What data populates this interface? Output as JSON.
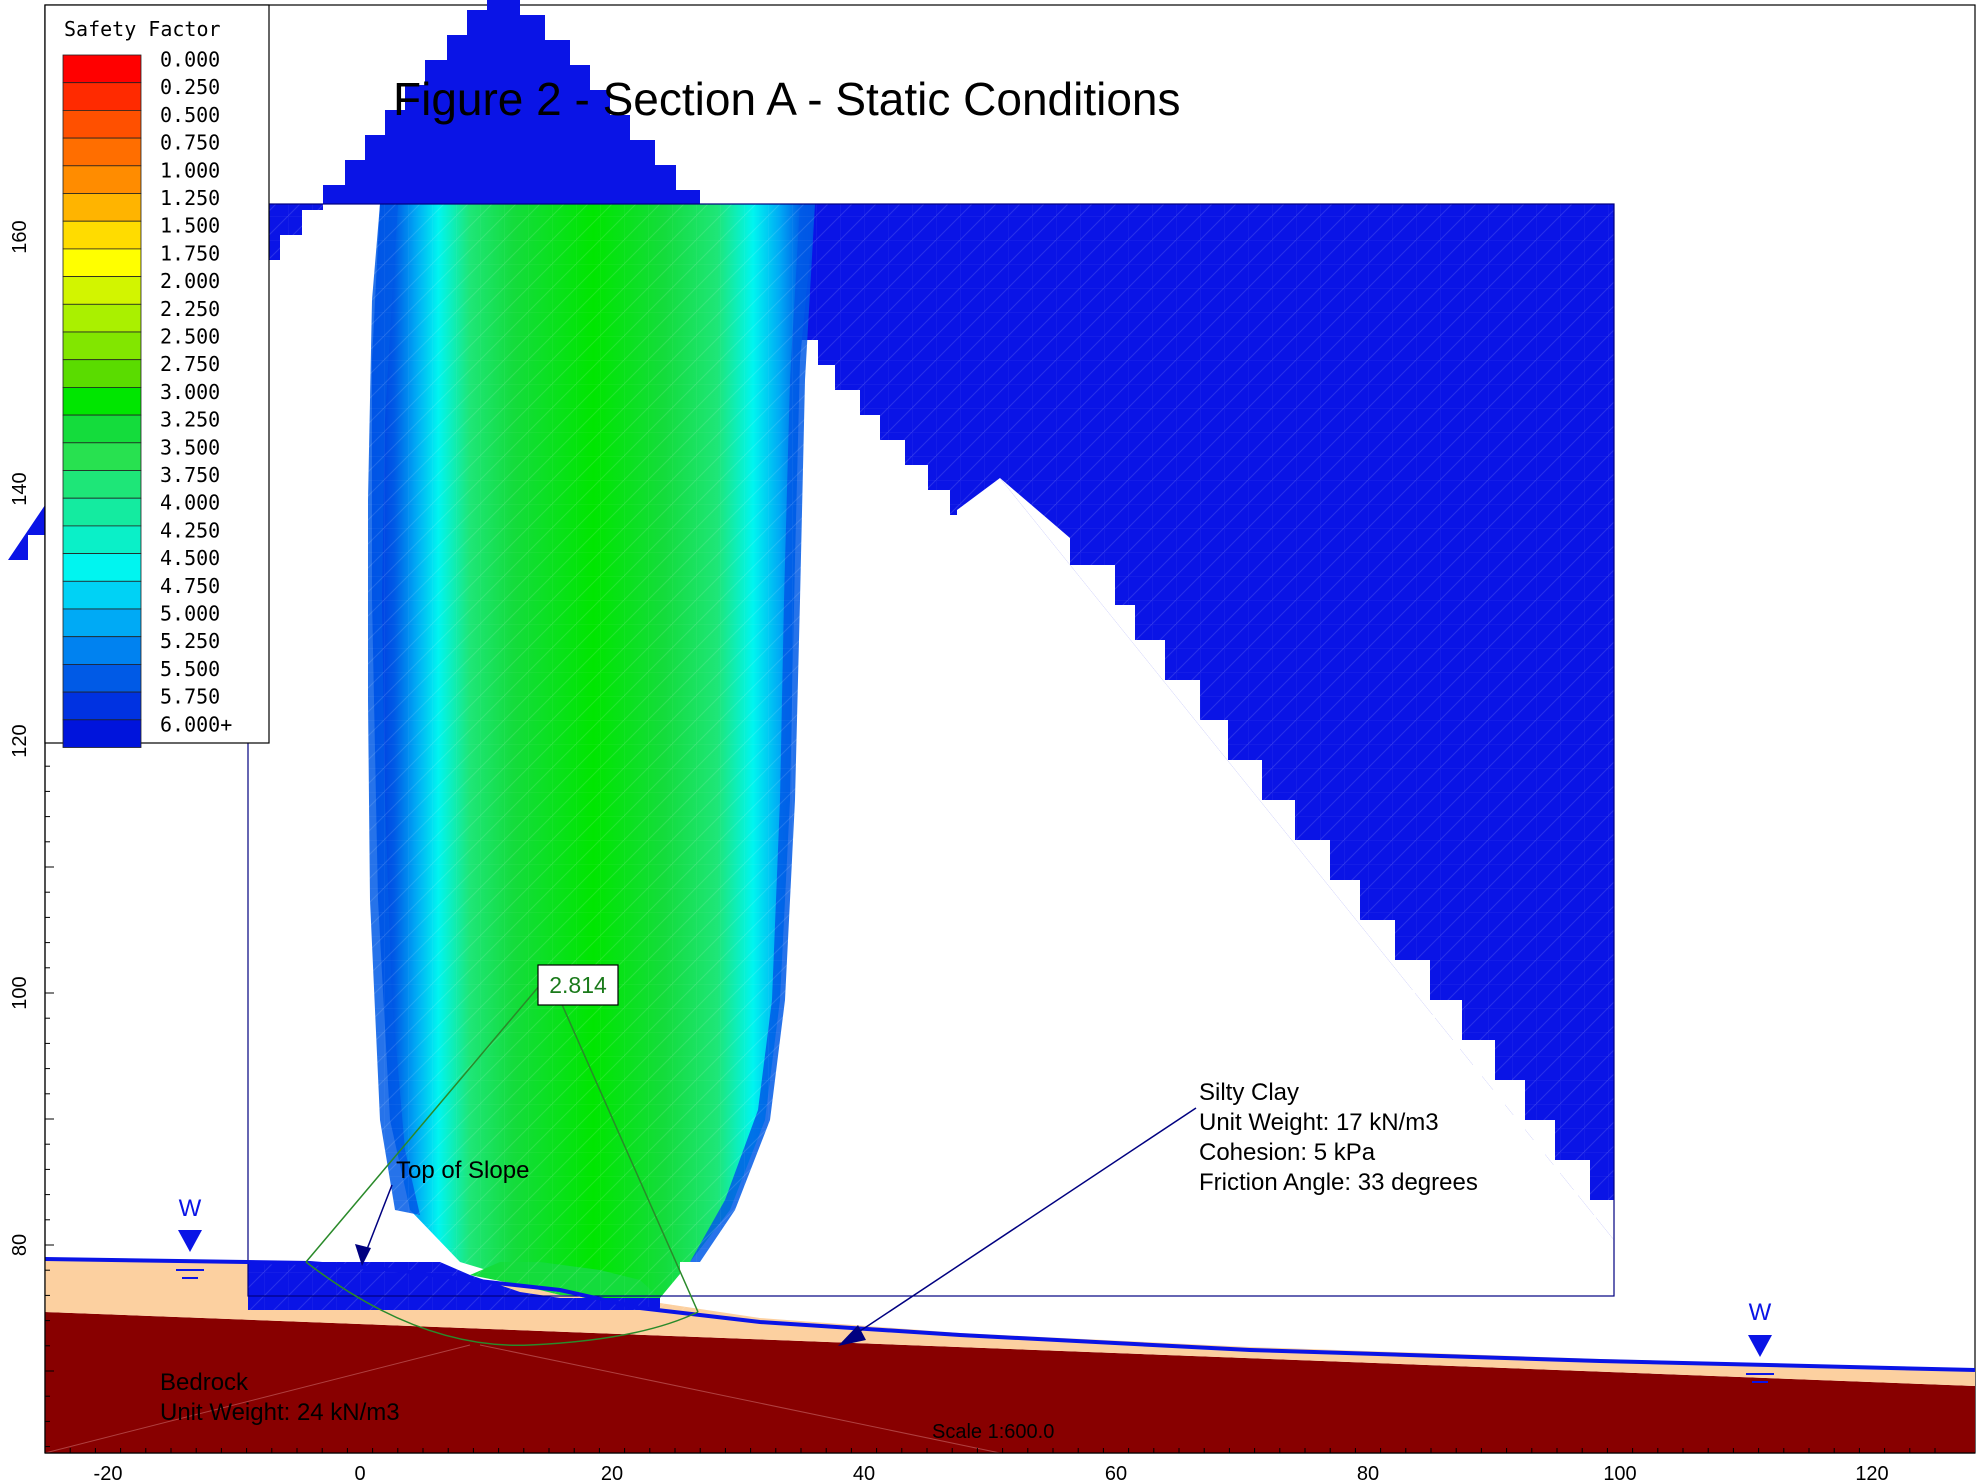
{
  "title": "Figure 2 - Section A - Static Conditions",
  "legend": {
    "title": "Safety Factor",
    "entries": [
      {
        "label": "0.000",
        "color": "#ff0000"
      },
      {
        "label": "0.250",
        "color": "#ff2a00"
      },
      {
        "label": "0.500",
        "color": "#ff5000"
      },
      {
        "label": "0.750",
        "color": "#ff6e00"
      },
      {
        "label": "1.000",
        "color": "#ff8c00"
      },
      {
        "label": "1.250",
        "color": "#ffb400"
      },
      {
        "label": "1.500",
        "color": "#ffdc00"
      },
      {
        "label": "1.750",
        "color": "#ffff00"
      },
      {
        "label": "2.000",
        "color": "#d2f500"
      },
      {
        "label": "2.250",
        "color": "#aaf000"
      },
      {
        "label": "2.500",
        "color": "#82e600"
      },
      {
        "label": "2.750",
        "color": "#5adc00"
      },
      {
        "label": "3.000",
        "color": "#00e600"
      },
      {
        "label": "3.250",
        "color": "#14dc3c"
      },
      {
        "label": "3.500",
        "color": "#28e150"
      },
      {
        "label": "3.750",
        "color": "#1ee678"
      },
      {
        "label": "4.000",
        "color": "#14eba0"
      },
      {
        "label": "4.250",
        "color": "#0af0c8"
      },
      {
        "label": "4.500",
        "color": "#00f5f0"
      },
      {
        "label": "4.750",
        "color": "#00d2f5"
      },
      {
        "label": "5.000",
        "color": "#00aaf5"
      },
      {
        "label": "5.250",
        "color": "#0082f0"
      },
      {
        "label": "5.500",
        "color": "#005ae6"
      },
      {
        "label": "5.750",
        "color": "#0032e1"
      },
      {
        "label": "6.000+",
        "color": "#0014dc"
      }
    ]
  },
  "axes": {
    "x_ticks": [
      "-20",
      "0",
      "20",
      "40",
      "60",
      "80",
      "100",
      "120"
    ],
    "y_ticks": [
      "80",
      "100",
      "120",
      "140",
      "160"
    ]
  },
  "annotations": {
    "min_fs": "2.814",
    "top_of_slope": "Top of Slope",
    "silty_clay": [
      "Silty Clay",
      "Unit Weight: 17 kN/m3",
      "Cohesion: 5 kPa",
      "Friction Angle: 33 degrees"
    ],
    "bedrock": [
      "Bedrock",
      "Unit Weight: 24 kN/m3"
    ],
    "scale": "Scale 1:600.0",
    "water_label_left": "W",
    "water_label_right": "W"
  },
  "colors": {
    "grid_blue": "#0a14e6",
    "silty_clay": "#fcd0a0",
    "bedrock": "#880000",
    "water_line": "#0a14e6",
    "slip_circle": "#2a8a2a",
    "min_fs_text": "#1a7a1a"
  }
}
